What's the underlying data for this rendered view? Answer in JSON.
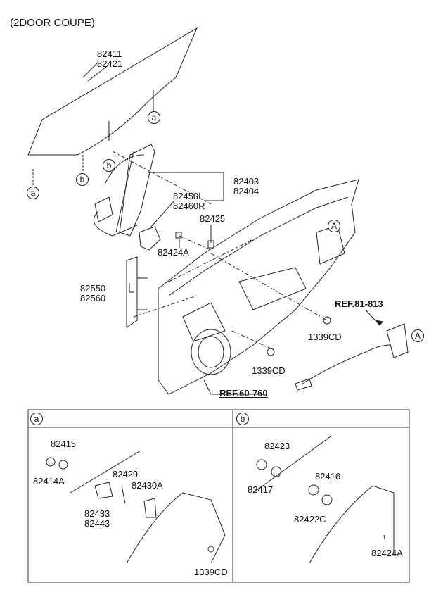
{
  "header": {
    "title": "(2DOOR COUPE)"
  },
  "parts": {
    "glass": [
      "82411",
      "82421"
    ],
    "regulator": [
      "82403",
      "82404"
    ],
    "motor": [
      "82450L",
      "82460R"
    ],
    "bolt_top": "82425",
    "bolt_small": "82424A",
    "channel": [
      "82550",
      "82560"
    ],
    "clip_1": "1339CD",
    "clip_2": "1339CD"
  },
  "refs": {
    "latch": "REF.81-813",
    "panel": "REF.60-760"
  },
  "markers": {
    "a": "a",
    "b": "b",
    "A": "A"
  },
  "detail_a": {
    "label": "a",
    "parts": {
      "p1": "82415",
      "p2": "82414A",
      "p3": "82429",
      "p4": "82430A",
      "p5": [
        "82433",
        "82443"
      ],
      "p6": "1339CD"
    }
  },
  "detail_b": {
    "label": "b",
    "parts": {
      "p1": "82423",
      "p2": "82417",
      "p3": "82416",
      "p4": "82422C",
      "p5": "82424A"
    }
  }
}
